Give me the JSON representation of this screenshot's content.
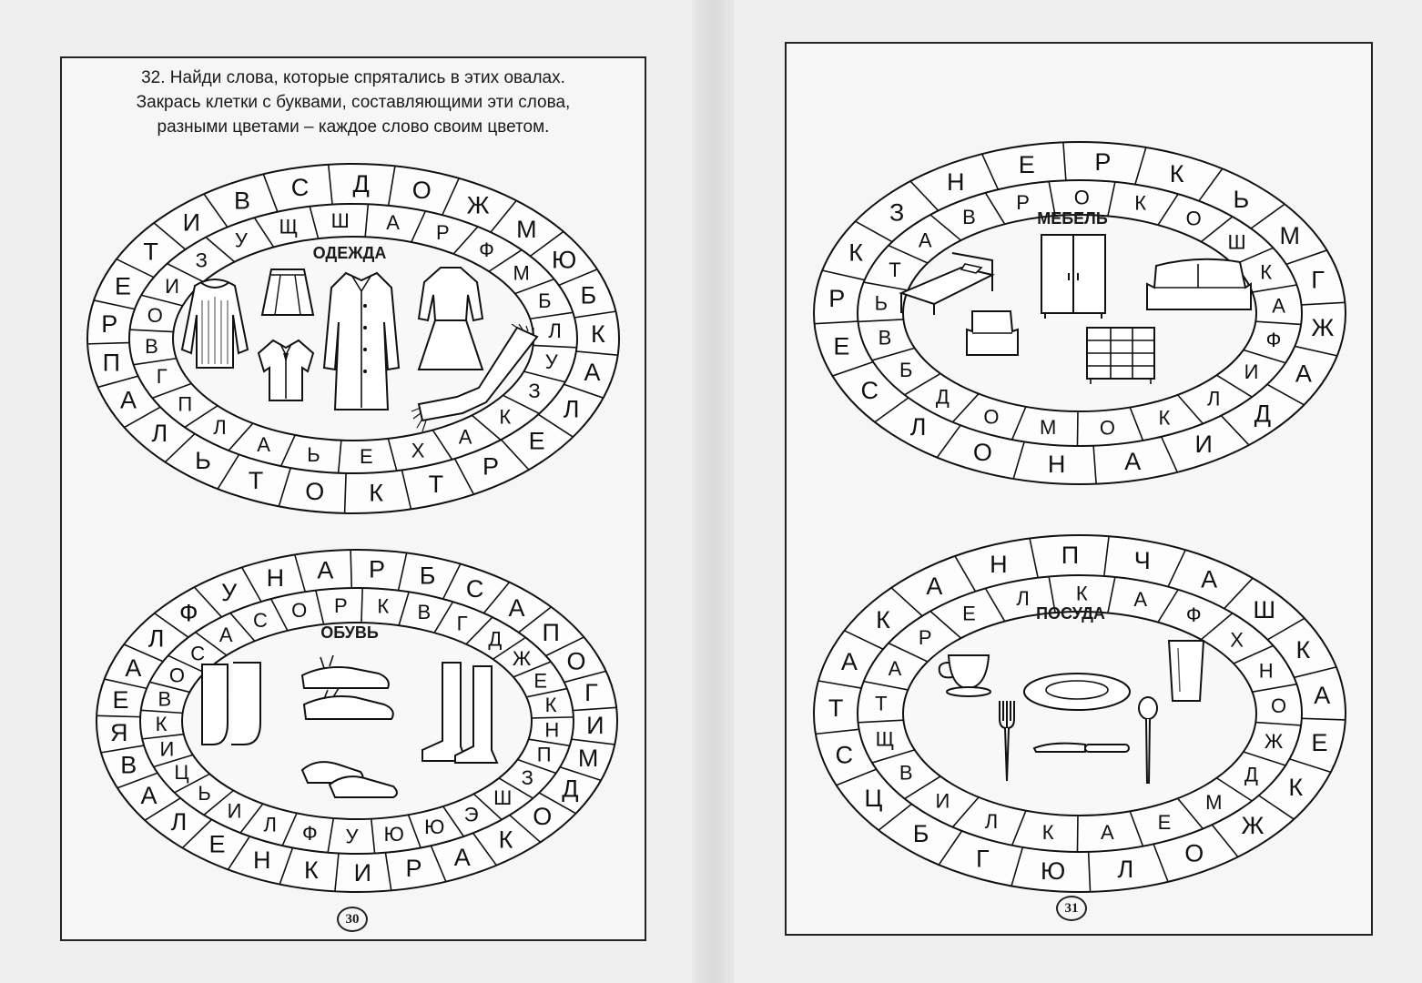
{
  "instruction": [
    "32. Найди слова, которые спрятались в этих овалах.",
    "Закрась клетки с буквами, составляющими эти слова,",
    "разными цветами – каждое слово своим цветом."
  ],
  "puzzles": [
    {
      "id": "clothes",
      "title": "ОДЕЖДА",
      "outer": [
        "Т",
        "Ь",
        "Л",
        "А",
        "П",
        "Р",
        "Е",
        "Т",
        "И",
        "В",
        "С",
        "Д",
        "О",
        "Ж",
        "М",
        "Ю",
        "Б",
        "К",
        "А",
        "Л",
        "Е",
        "Р",
        "Т",
        "К",
        "О"
      ],
      "inner": [
        "А",
        "Л",
        "П",
        "Г",
        "В",
        "О",
        "И",
        "З",
        "У",
        "Щ",
        "Ш",
        "А",
        "Р",
        "Ф",
        "М",
        "Б",
        "Л",
        "У",
        "З",
        "К",
        "А",
        "Х",
        "Е",
        "Ь"
      ],
      "images": [
        "sweater",
        "skirt",
        "blouse",
        "coat",
        "dress",
        "scarf"
      ]
    },
    {
      "id": "shoes",
      "title": "ОБУВЬ",
      "outer": [
        "Н",
        "Е",
        "Л",
        "А",
        "В",
        "Я",
        "Е",
        "А",
        "Л",
        "Ф",
        "У",
        "Н",
        "А",
        "Р",
        "Б",
        "С",
        "А",
        "П",
        "О",
        "Г",
        "И",
        "М",
        "Д",
        "О",
        "К",
        "А",
        "Р",
        "И",
        "К"
      ],
      "inner": [
        "Л",
        "И",
        "Ь",
        "Ц",
        "И",
        "К",
        "В",
        "О",
        "С",
        "А",
        "С",
        "О",
        "Р",
        "К",
        "В",
        "Г",
        "Д",
        "Ж",
        "Е",
        "К",
        "Н",
        "П",
        "З",
        "Ш",
        "Э",
        "Ю",
        "Ю",
        "У",
        "Ф"
      ],
      "images": [
        "valenki",
        "sneakers",
        "boots",
        "flats"
      ]
    },
    {
      "id": "furniture",
      "title": "МЕБЕЛЬ",
      "outer": [
        "О",
        "Л",
        "С",
        "Е",
        "Р",
        "К",
        "З",
        "Н",
        "Е",
        "Р",
        "К",
        "Ь",
        "М",
        "Г",
        "Ж",
        "А",
        "Д",
        "И",
        "А",
        "Н"
      ],
      "inner": [
        "О",
        "Д",
        "Б",
        "В",
        "Ь",
        "Т",
        "А",
        "В",
        "Р",
        "О",
        "К",
        "О",
        "Ш",
        "К",
        "А",
        "Ф",
        "И",
        "Л",
        "К",
        "О",
        "М"
      ],
      "images": [
        "bed",
        "wardrobe",
        "sofa",
        "armchair",
        "dresser"
      ]
    },
    {
      "id": "dishes",
      "title": "ПОСУДА",
      "outer": [
        "Г",
        "Б",
        "Ц",
        "С",
        "Т",
        "А",
        "К",
        "А",
        "Н",
        "П",
        "Ч",
        "А",
        "Ш",
        "К",
        "А",
        "Е",
        "К",
        "Ж",
        "О",
        "Л",
        "Ю"
      ],
      "inner": [
        "Л",
        "И",
        "В",
        "Щ",
        "Т",
        "А",
        "Р",
        "Е",
        "Л",
        "К",
        "А",
        "Ф",
        "Х",
        "Н",
        "О",
        "Ж",
        "Д",
        "М",
        "Е",
        "А",
        "К"
      ],
      "images": [
        "cup",
        "plate",
        "glass",
        "fork",
        "knife",
        "spoon"
      ]
    }
  ],
  "page_numbers": [
    "30",
    "31"
  ]
}
